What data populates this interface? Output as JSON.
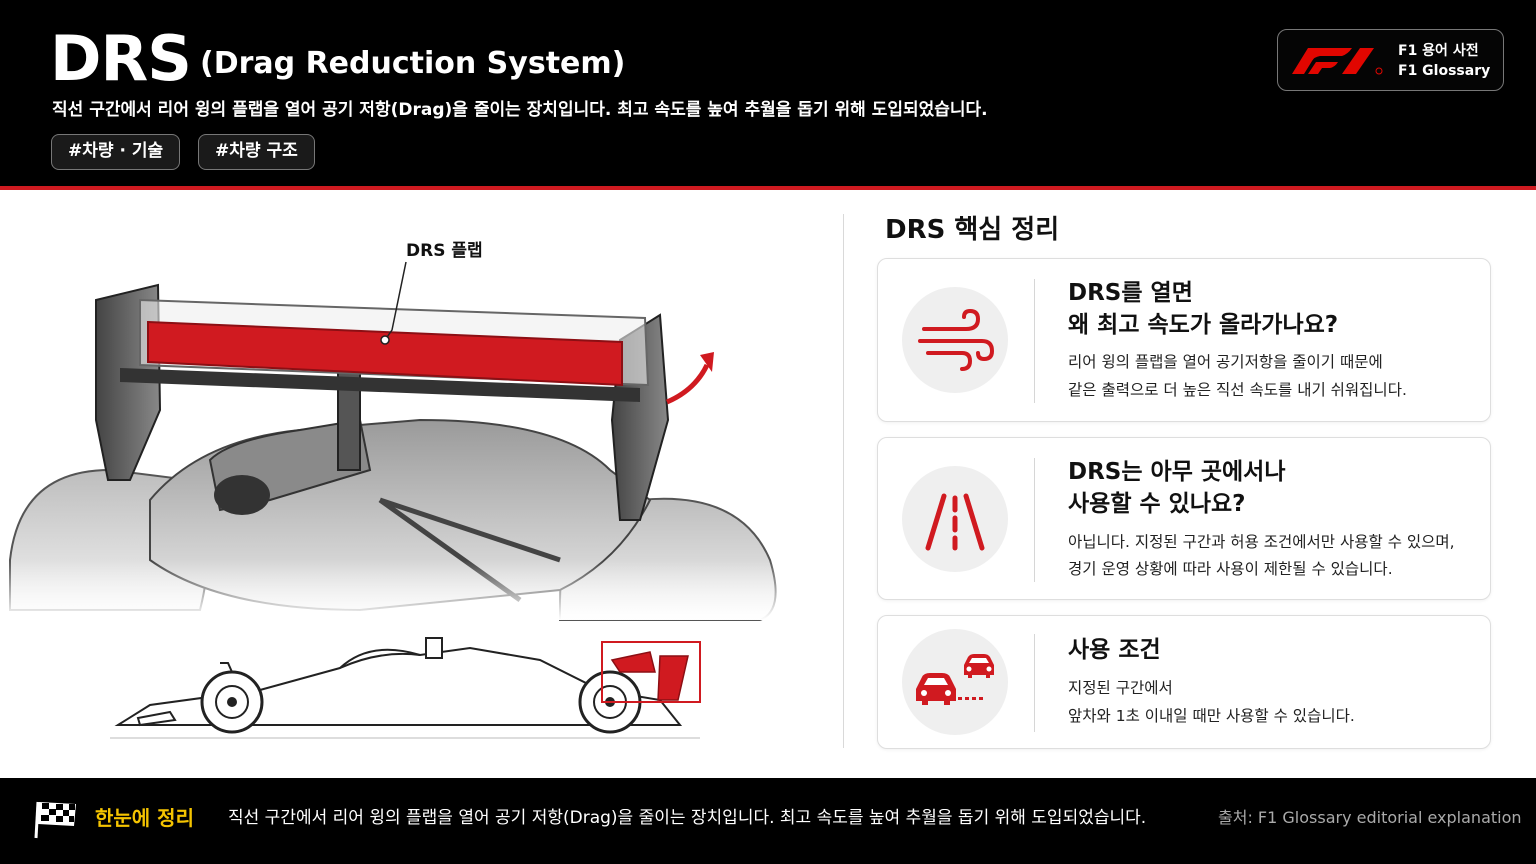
{
  "header": {
    "title": "DRS",
    "subtitle": "(Drag Reduction System)",
    "description": "직선 구간에서 리어 윙의 플랩을 열어 공기 저항(Drag)을 줄이는 장치입니다. 최고 속도를 높여 추월을 돕기 위해 도입되었습니다.",
    "tags": [
      "#차량 · 기술",
      "#차량 구조"
    ],
    "badge": {
      "logo": "f1-logo",
      "line1": "F1 용어 사전",
      "line2": "F1 Glossary"
    }
  },
  "illustration": {
    "flap_label": "DRS 플랩",
    "accent_color": "#d01a20"
  },
  "summary": {
    "title": "DRS 핵심 정리",
    "cards": [
      {
        "icon": "wind-icon",
        "question_line1": "DRS를 열면",
        "question_line2": "왜 최고 속도가 올라가나요?",
        "answer_line1": "리어 윙의 플랩을 열어 공기저항을 줄이기 때문에",
        "answer_line2": "같은 출력으로 더 높은 직선 속도를 내기 쉬워집니다."
      },
      {
        "icon": "road-icon",
        "question_line1": "DRS는 아무 곳에서나",
        "question_line2": "사용할 수 있나요?",
        "answer_line1": "아닙니다. 지정된 구간과 허용 조건에서만 사용할 수 있으며,",
        "answer_line2": "경기 운영 상황에 따라 사용이 제한될 수 있습니다."
      },
      {
        "icon": "cars-icon",
        "question_line1": "사용 조건",
        "answer_line1": "지정된 구간에서",
        "answer_line2": "앞차와 1초 이내일 때만 사용할 수 있습니다."
      }
    ]
  },
  "footer": {
    "icon": "checkered-flag-icon",
    "label": "한눈에 정리",
    "text": "직선 구간에서 리어 윙의 플랩을 열어 공기 저항(Drag)을 줄이는 장치입니다. 최고 속도를 높여 추월을 돕기 위해 도입되었습니다.",
    "source": "출처: F1 Glossary editorial explanation"
  }
}
